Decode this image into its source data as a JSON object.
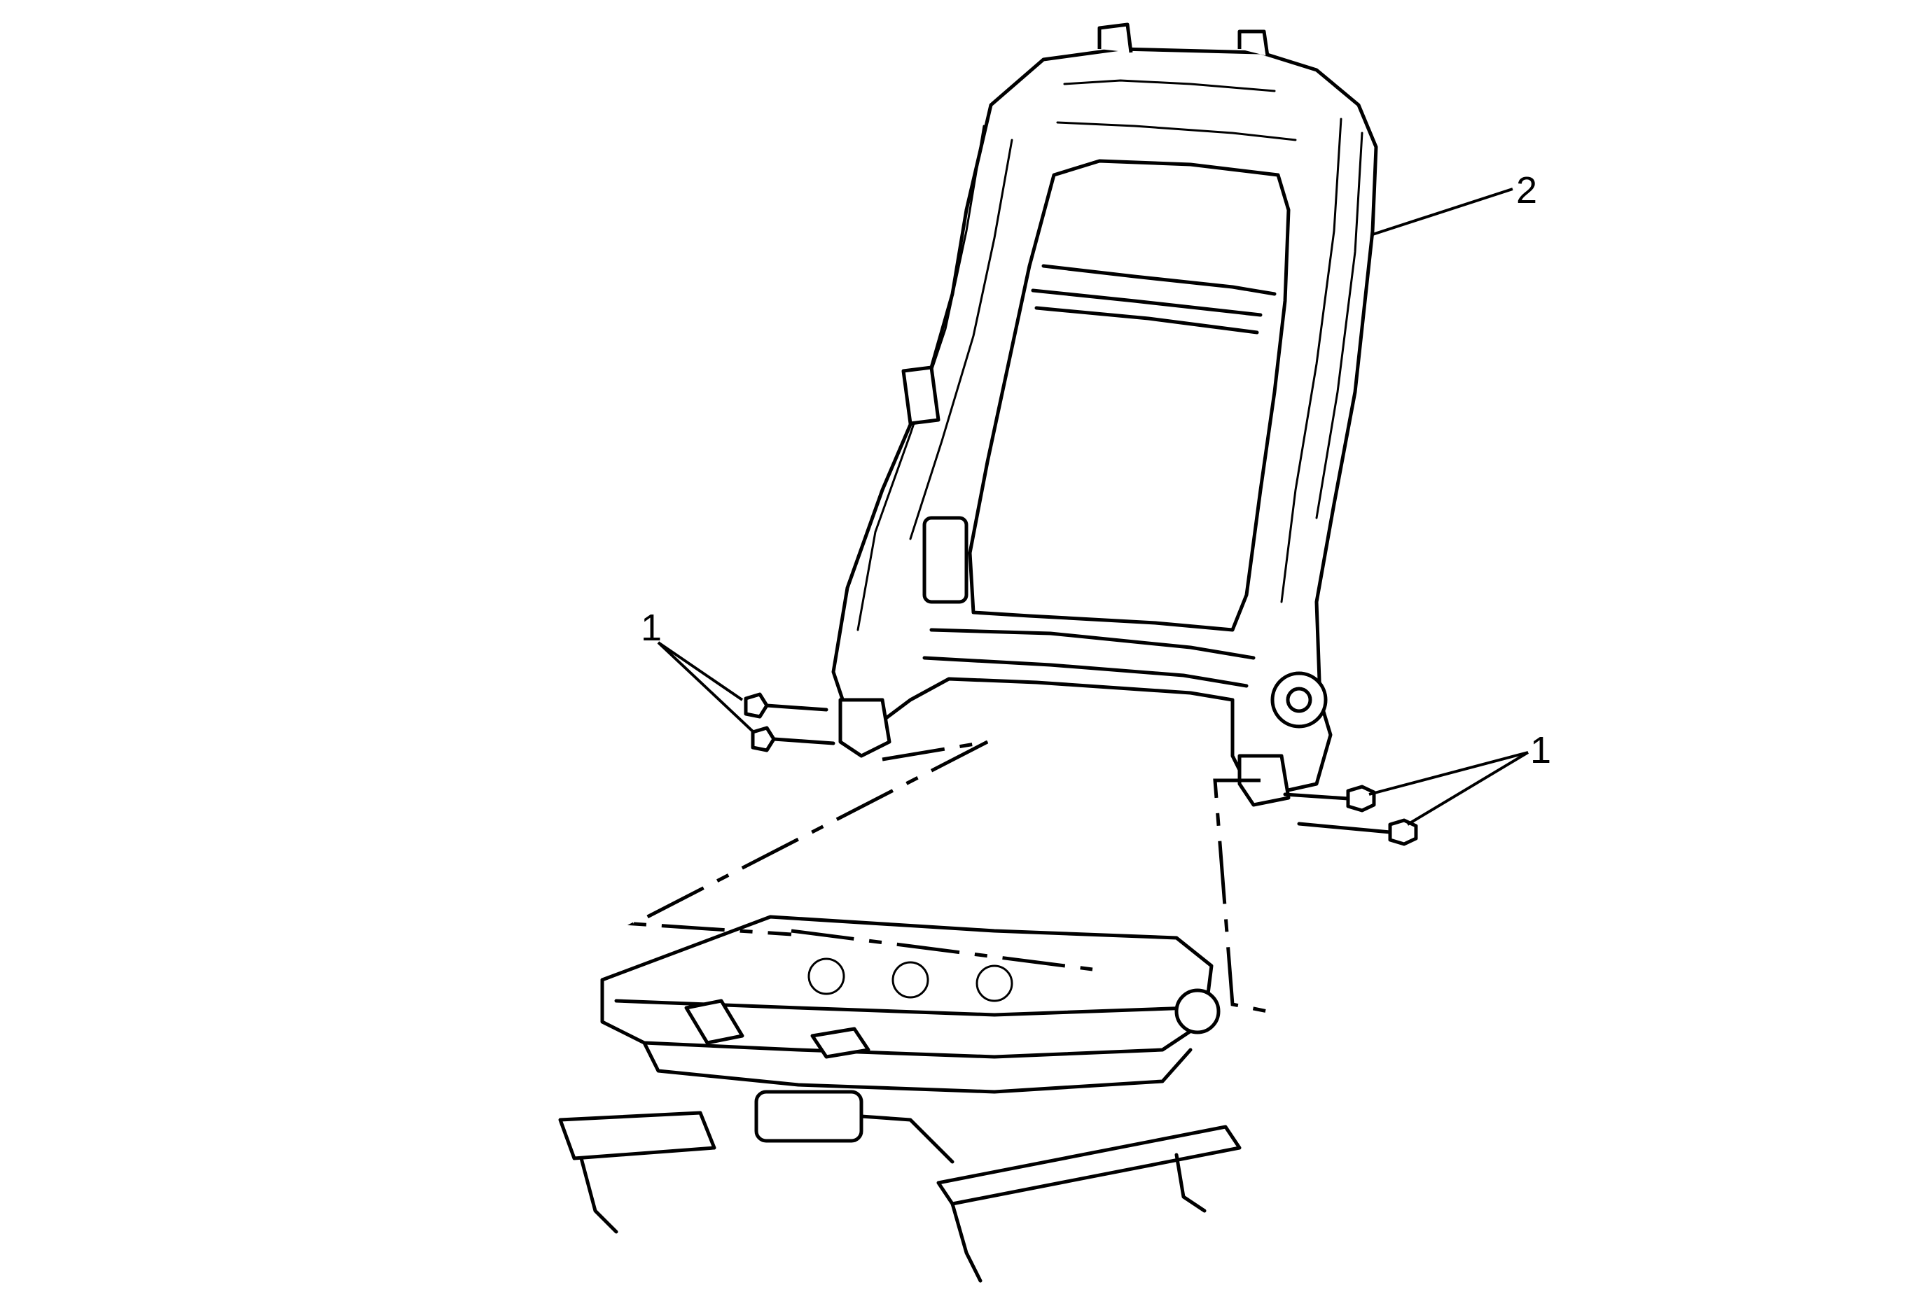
{
  "callouts": {
    "fastener_left": "1",
    "fastener_right": "1",
    "seatback_frame": "2"
  }
}
